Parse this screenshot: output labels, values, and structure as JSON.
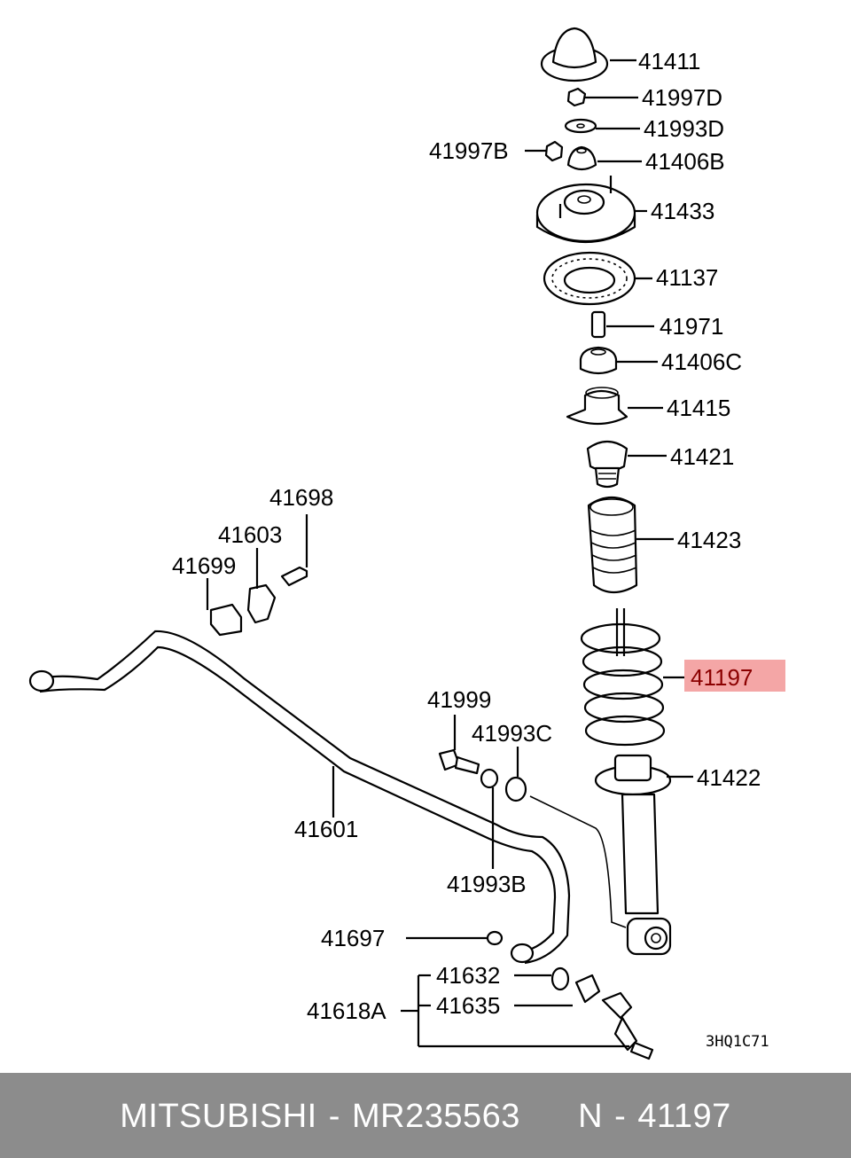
{
  "diagram": {
    "labels": {
      "p41411": "41411",
      "p41997D": "41997D",
      "p41993D": "41993D",
      "p41997B": "41997B",
      "p41406B": "41406B",
      "p41433": "41433",
      "p41137": "41137",
      "p41971": "41971",
      "p41406C": "41406C",
      "p41415": "41415",
      "p41421": "41421",
      "p41423": "41423",
      "p41197": "41197",
      "p41422": "41422",
      "p41698": "41698",
      "p41603": "41603",
      "p41699": "41699",
      "p41601": "41601",
      "p41999": "41999",
      "p41993C": "41993C",
      "p41993B": "41993B",
      "p41697": "41697",
      "p41632": "41632",
      "p41635": "41635",
      "p41618A": "41618A"
    },
    "drawing_code": "3HQ1C71",
    "highlight_color": "#f4a6a6"
  },
  "footer": {
    "text": "MITSUBISHI - MR235563     N - 41197",
    "background": "#8c8c8c"
  }
}
